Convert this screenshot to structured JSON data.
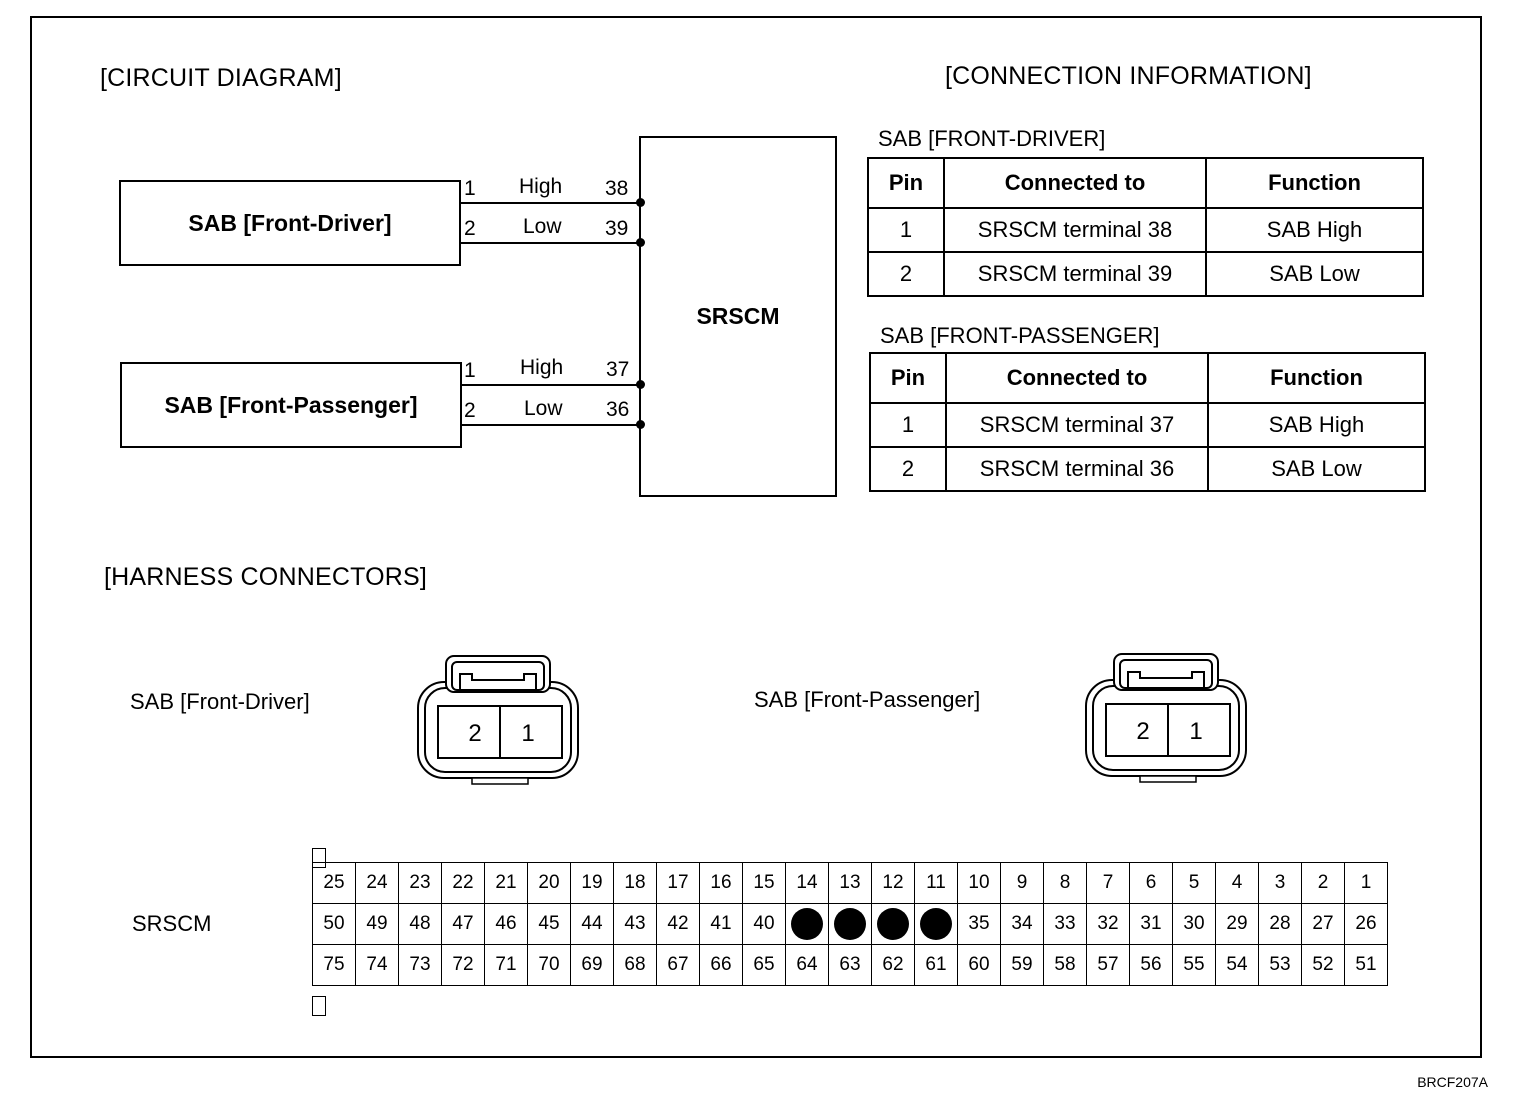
{
  "sections": {
    "circuit": "[CIRCUIT DIAGRAM]",
    "connection": "[CONNECTION INFORMATION]",
    "harness": "[HARNESS CONNECTORS]"
  },
  "circuit": {
    "driver_box": "SAB [Front-Driver]",
    "passenger_box": "SAB [Front-Passenger]",
    "srscm_box": "SRSCM",
    "driver_wires": [
      {
        "left_pin": "1",
        "name": "High",
        "right_pin": "38"
      },
      {
        "left_pin": "2",
        "name": "Low",
        "right_pin": "39"
      }
    ],
    "passenger_wires": [
      {
        "left_pin": "1",
        "name": "High",
        "right_pin": "37"
      },
      {
        "left_pin": "2",
        "name": "Low",
        "right_pin": "36"
      }
    ]
  },
  "connection_tables": [
    {
      "title": "SAB [FRONT-DRIVER]",
      "headers": [
        "Pin",
        "Connected to",
        "Function"
      ],
      "rows": [
        [
          "1",
          "SRSCM terminal 38",
          "SAB High"
        ],
        [
          "2",
          "SRSCM terminal 39",
          "SAB Low"
        ]
      ]
    },
    {
      "title": "SAB [FRONT-PASSENGER]",
      "headers": [
        "Pin",
        "Connected to",
        "Function"
      ],
      "rows": [
        [
          "1",
          "SRSCM terminal 37",
          "SAB High"
        ],
        [
          "2",
          "SRSCM terminal 36",
          "SAB Low"
        ]
      ]
    }
  ],
  "harness": {
    "driver_label": "SAB [Front-Driver]",
    "passenger_label": "SAB [Front-Passenger]",
    "connector_pins": [
      "2",
      "1"
    ],
    "srscm_label": "SRSCM",
    "srscm_rows": [
      [
        "25",
        "24",
        "23",
        "22",
        "21",
        "20",
        "19",
        "18",
        "17",
        "16",
        "15",
        "14",
        "13",
        "12",
        "11",
        "10",
        "9",
        "8",
        "7",
        "6",
        "5",
        "4",
        "3",
        "2",
        "1"
      ],
      [
        "50",
        "49",
        "48",
        "47",
        "46",
        "45",
        "44",
        "43",
        "42",
        "41",
        "40",
        "",
        "",
        "",
        "",
        "35",
        "34",
        "33",
        "32",
        "31",
        "30",
        "29",
        "28",
        "27",
        "26"
      ],
      [
        "75",
        "74",
        "73",
        "72",
        "71",
        "70",
        "69",
        "68",
        "67",
        "66",
        "65",
        "64",
        "63",
        "62",
        "61",
        "60",
        "59",
        "58",
        "57",
        "56",
        "55",
        "54",
        "53",
        "52",
        "51"
      ]
    ]
  },
  "figure_code": "BRCF207A"
}
